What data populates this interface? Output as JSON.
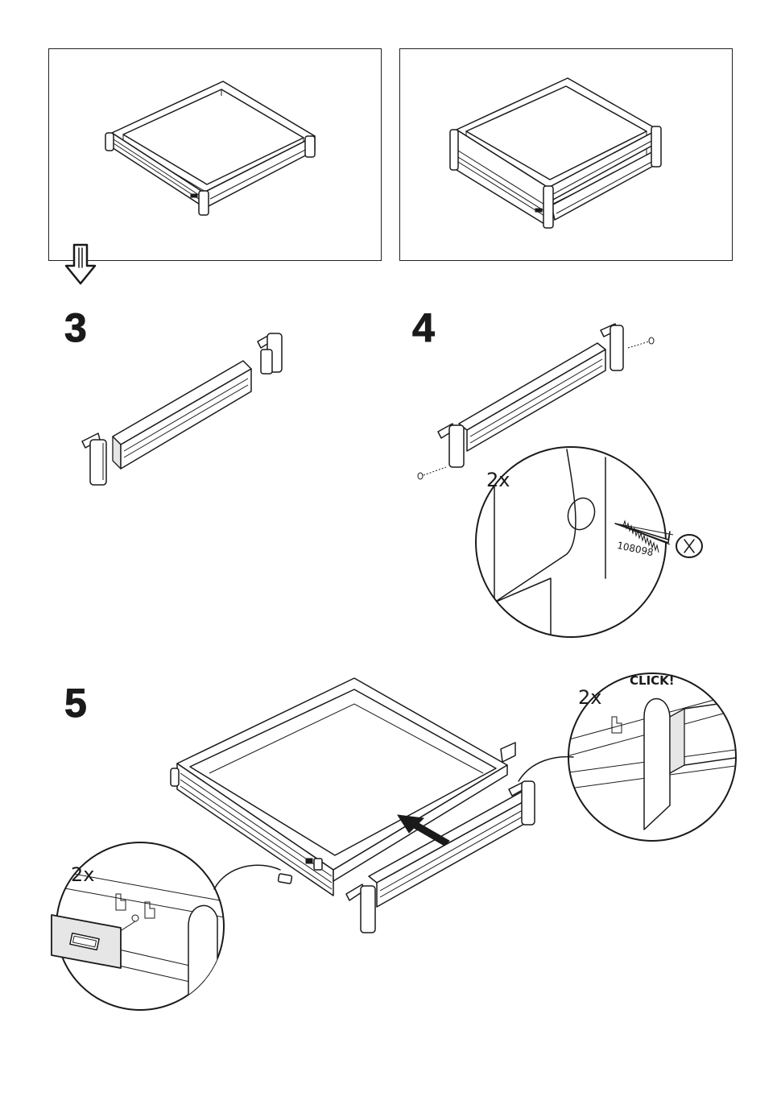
{
  "steps": {
    "step3": {
      "number": "3"
    },
    "step4": {
      "number": "4",
      "detail_quantity": "2x",
      "screw_part_number": "108098"
    },
    "step5": {
      "number": "5",
      "left_detail_quantity": "2x",
      "right_detail_quantity": "2x",
      "click_label": "CLICK!"
    }
  },
  "icons": {
    "next_arrow": "hollow-down-arrow-icon",
    "push_arrow": "solid-arrow-icon",
    "screw": "screw-icon",
    "logo_plate": "brand-plate-icon"
  }
}
